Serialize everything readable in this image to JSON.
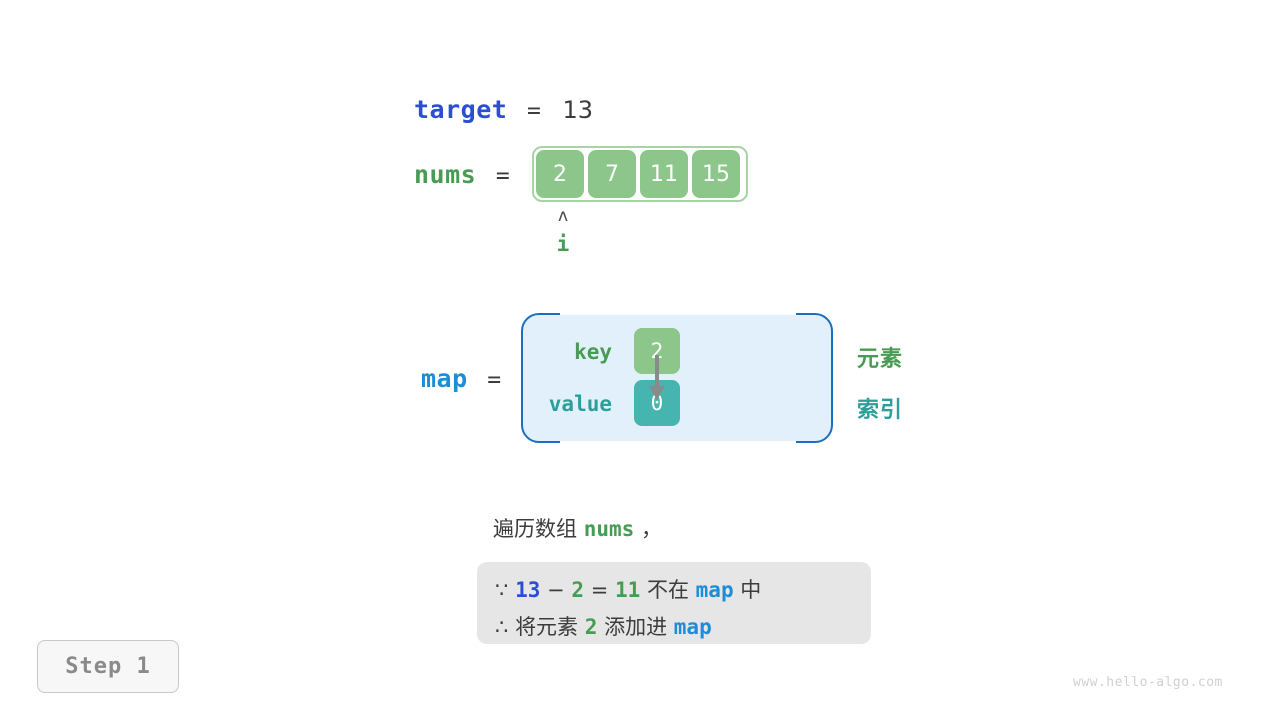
{
  "watermark": "www.hello-algo.com",
  "step": {
    "label": "Step 1"
  },
  "target": {
    "name": "target",
    "equals": "=",
    "value": "13"
  },
  "nums": {
    "name": "nums",
    "equals": "=",
    "cells": [
      "2",
      "7",
      "11",
      "15"
    ],
    "pointer": {
      "caret": "ʌ",
      "label": "i",
      "index": 0
    }
  },
  "map": {
    "name": "map",
    "equals": "=",
    "key_label": "key",
    "value_label": "value",
    "key_cell": "2",
    "value_cell": "0",
    "note_element": "元素",
    "note_index": "索引"
  },
  "narration": {
    "prefix": "遍历数组",
    "code": "nums",
    "suffix": "，"
  },
  "reason": {
    "line1": {
      "symbol": "∵",
      "a": "13",
      "minus": "−",
      "b": "2",
      "eq": "=",
      "c": "11",
      "text1": "不在",
      "map": "map",
      "text2": "中"
    },
    "line2": {
      "symbol": "∴",
      "text1": "将元素",
      "num": "2",
      "text2": "添加进",
      "map": "map"
    }
  },
  "colors": {
    "green": "#479B53",
    "cell_green": "#8CC68A",
    "teal": "#46B4AF",
    "teal_text": "#2E9E99",
    "royal_blue": "#2B4FD4",
    "light_blue": "#1C8DD8",
    "map_border": "#1B6FC0",
    "map_fill": "#E2F0FB",
    "box_gray": "#E6E6E6",
    "text_gray": "#3C3C3C",
    "watermark_gray": "#D0D0D0"
  }
}
